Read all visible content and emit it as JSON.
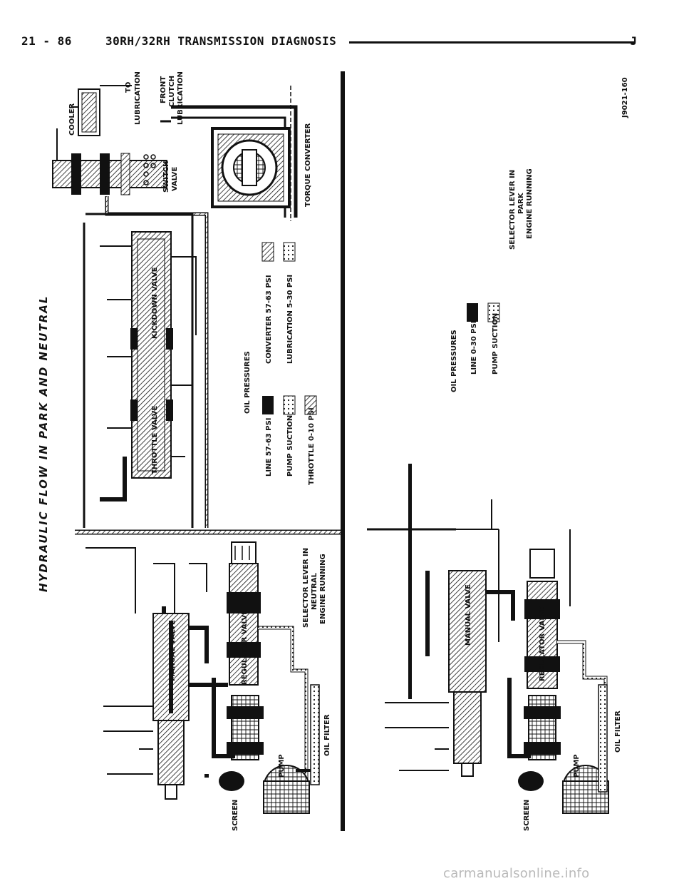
{
  "header": {
    "page_number": "21 - 86",
    "title": "30RH/32RH TRANSMISSION DIAGNOSIS",
    "section_letter": "J"
  },
  "figure_title": "HYDRAULIC FLOW IN PARK AND NEUTRAL",
  "figure_id": "J9021-160",
  "top_diagram": {
    "labels": {
      "to_lubrication_1": "TO",
      "to_lubrication_2": "LUBRICATION",
      "cooler": "COOLER",
      "front_clutch_1": "FRONT",
      "front_clutch_2": "CLUTCH",
      "front_clutch_3": "LUBRICATION",
      "switch_valve_1": "SWITCH",
      "switch_valve_2": "VALVE",
      "torque_converter": "TORQUE CONVERTER",
      "kickdown_valve": "KICKDOWN VALVE",
      "throttle_valve": "THROTTLE VALVE",
      "manual_valve": "MANUAL VALVE",
      "regulator_valve": "REGULATOR VALVE",
      "pump": "PUMP",
      "screen": "SCREEN",
      "oil_filter": "OIL FILTER",
      "selector_1": "SELECTOR LEVER IN",
      "selector_2": "NEUTRAL",
      "selector_3": "ENGINE RUNNING"
    },
    "legend": {
      "heading": "OIL PRESSURES",
      "items": [
        {
          "label": "LINE 57-63 PSI",
          "pattern": "solid"
        },
        {
          "label": "PUMP SUCTION",
          "pattern": "dots"
        },
        {
          "label": "THROTTLE 0-10 PSI",
          "pattern": "hatch"
        },
        {
          "label": "CONVERTER 57-63 PSI",
          "pattern": "hatch"
        },
        {
          "label": "LUBRICATION 5-30 PSI",
          "pattern": "dots"
        }
      ]
    }
  },
  "bottom_diagram": {
    "labels": {
      "manual_valve": "MANUAL VALVE",
      "regulator_valve": "REGULATOR VALVE",
      "pump": "PUMP",
      "screen": "SCREEN",
      "oil_filter": "OIL FILTER",
      "selector_1": "SELECTOR LEVER IN",
      "selector_2": "PARK",
      "selector_3": "ENGINE RUNNING"
    },
    "legend": {
      "heading": "OIL PRESSURES",
      "items": [
        {
          "label": "LINE 0-30 PSI",
          "pattern": "solid"
        },
        {
          "label": "PUMP SUCTION",
          "pattern": "dots"
        }
      ]
    }
  },
  "watermark": "carmanualsonline.info"
}
